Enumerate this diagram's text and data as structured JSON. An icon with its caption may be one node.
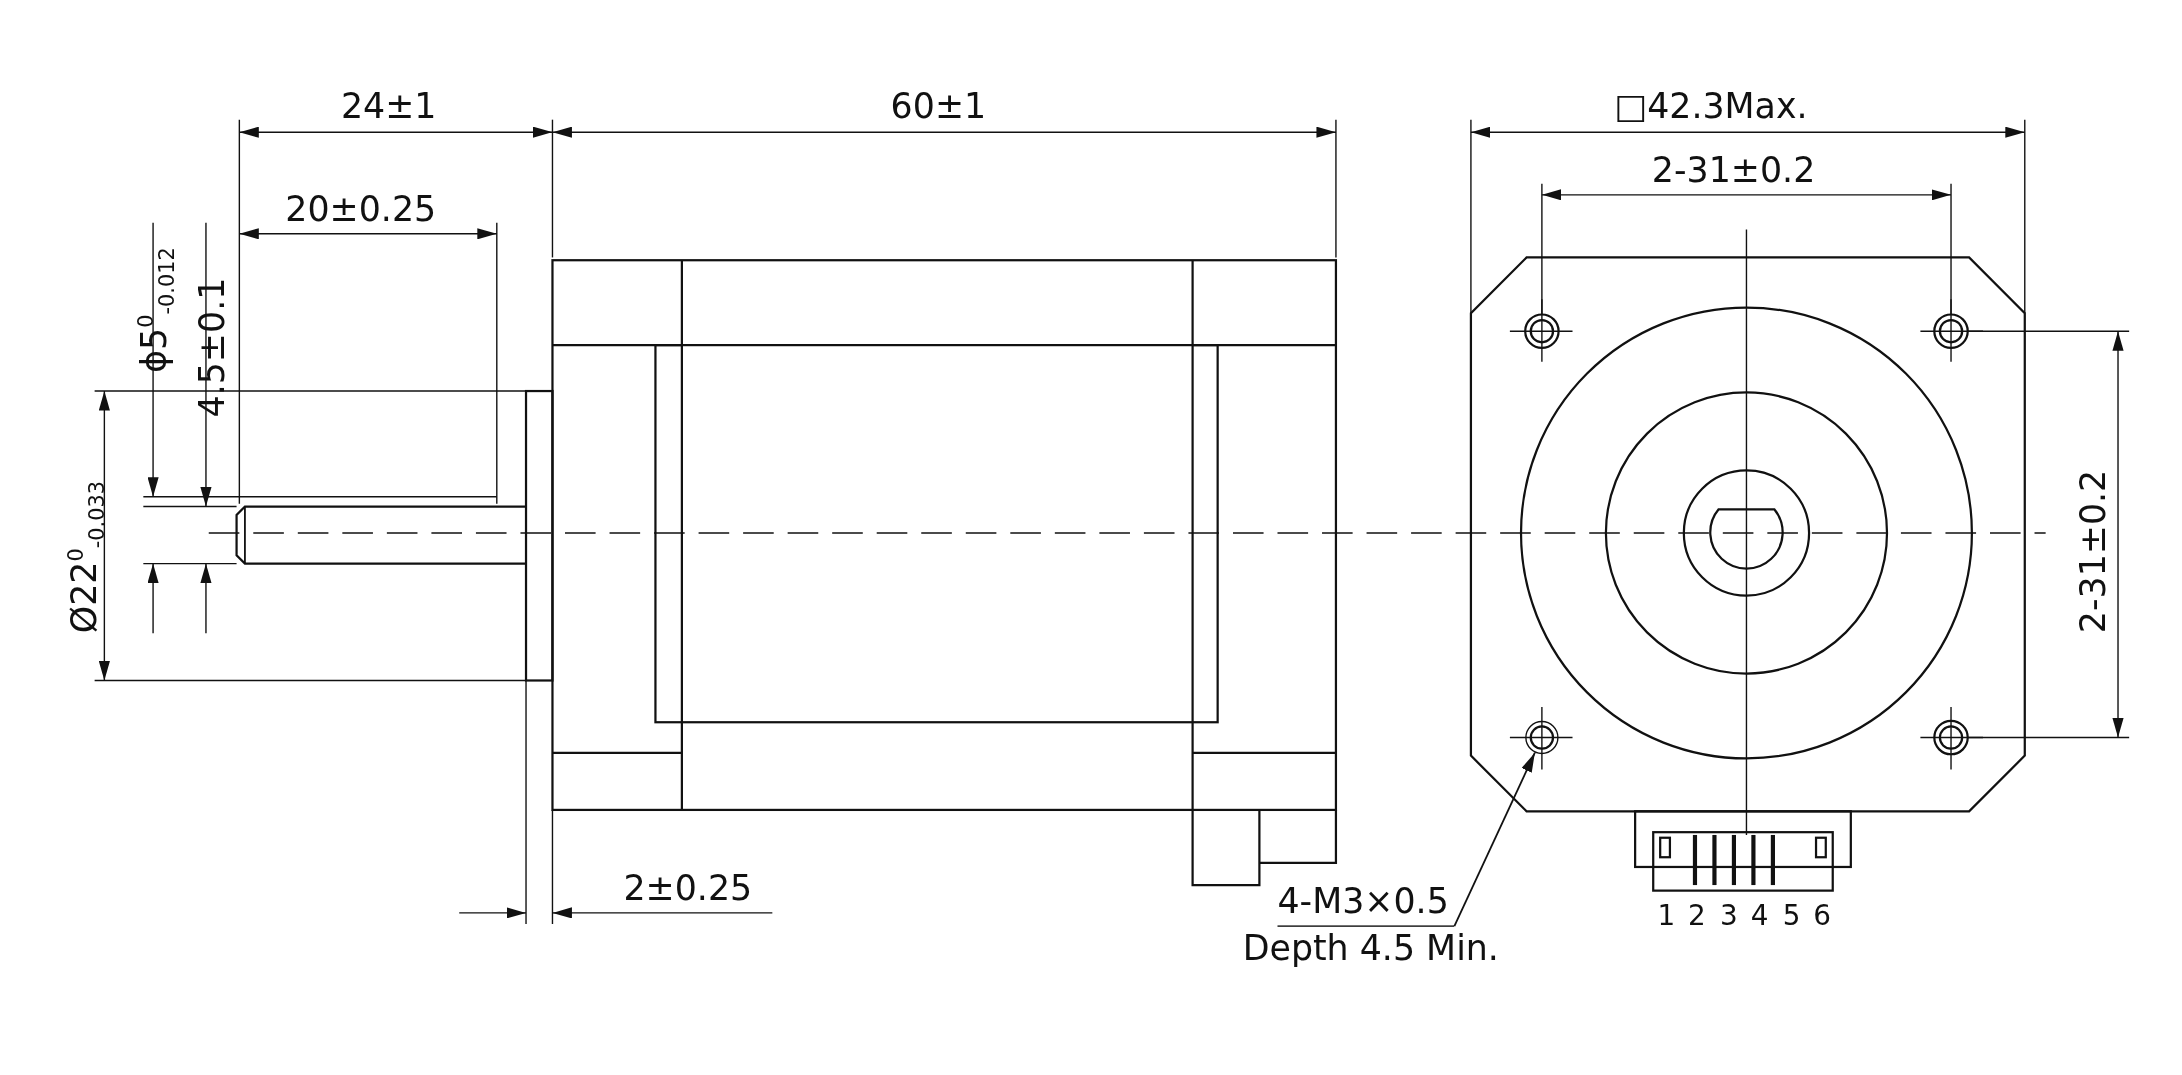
{
  "diagram": {
    "nodes": [
      {
        "text": [
          "4-M3×0.5",
          "Depth 4.5 Min."
        ]
      },
      {
        "text": [],
        "shape": "circle"
      }
    ],
    "edges": [
      {
        "from": 0,
        "to": 1,
        "arrow": "to"
      }
    ],
    "labels": [
      "24±1",
      "60±1",
      "□42.3Max.",
      "20±0.25",
      "2-31±0.2",
      "ϕ5$^{0}$$_{-0.012}$",
      "4.5±0.1",
      "Ø22$^{0}$$_{-0.033}$",
      "2-31±0.2",
      "2±0.25",
      "1",
      "2",
      "3",
      "4",
      "5",
      "6"
    ]
  }
}
